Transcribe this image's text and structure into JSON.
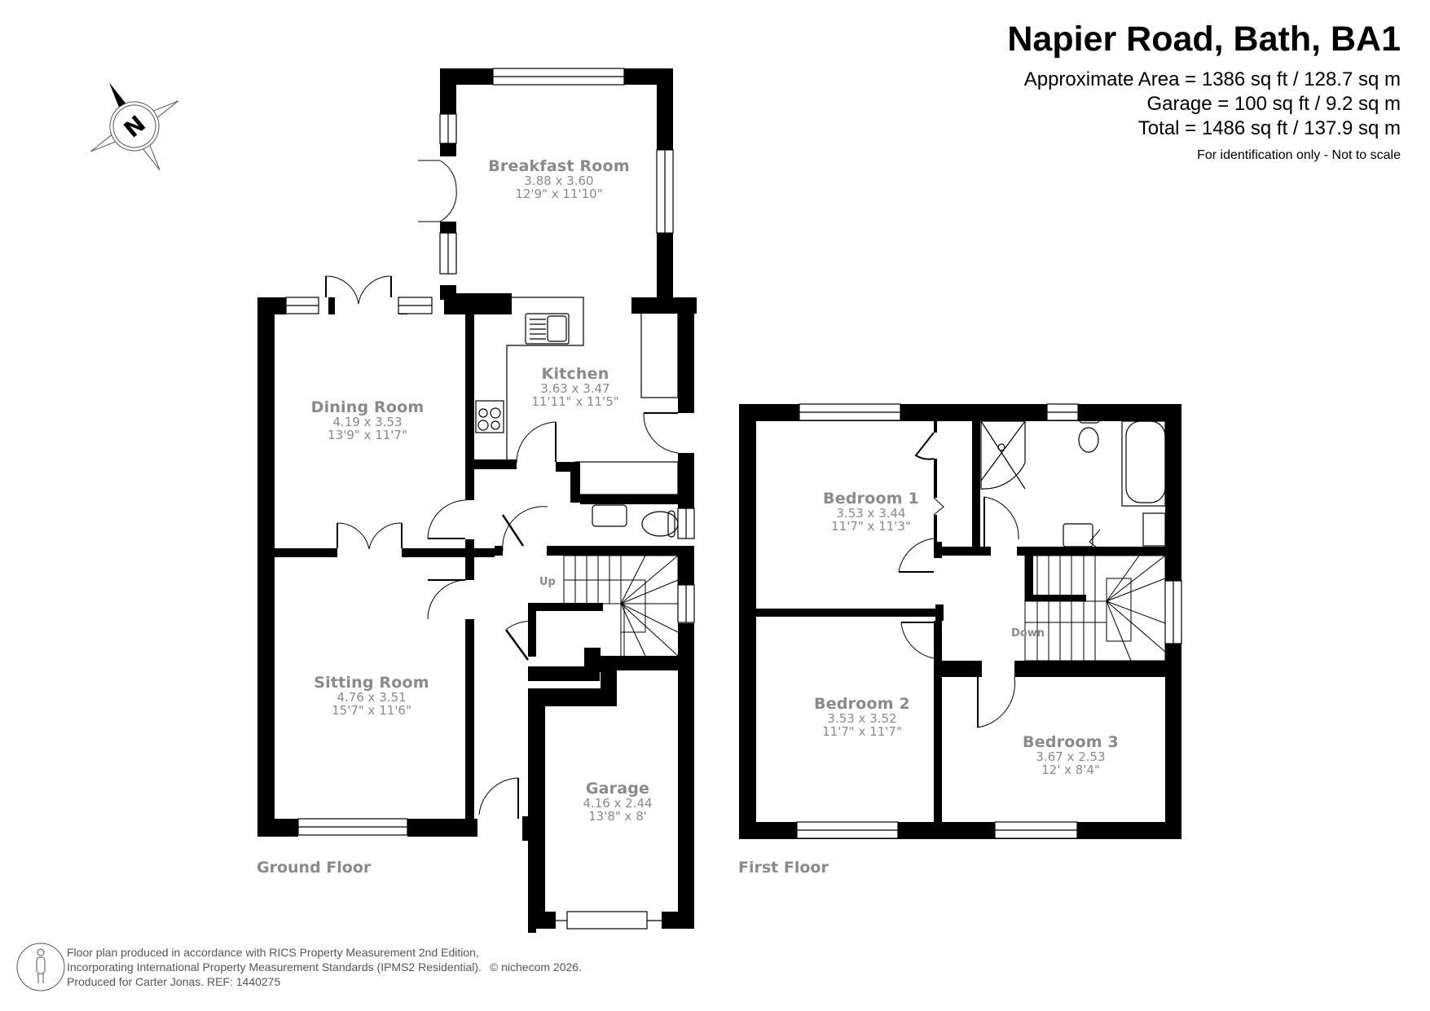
{
  "header": {
    "title": "Napier Road, Bath, BA1",
    "areas": [
      "Approximate Area = 1386 sq ft / 128.7 sq m",
      "Garage = 100 sq ft / 9.2 sq m",
      "Total = 1486 sq ft / 137.9 sq m"
    ],
    "disclaimer": "For identification only - Not to scale"
  },
  "compass": {
    "label": "N",
    "icon": "north-compass-icon"
  },
  "ground_floor": {
    "label": "Ground Floor",
    "stairs_label": "Up",
    "rooms": [
      {
        "name": "Breakfast Room",
        "metric": "3.88 x 3.60",
        "imperial": "12'9\" x 11'10\""
      },
      {
        "name": "Kitchen",
        "metric": "3.63 x 3.47",
        "imperial": "11'11\" x 11'5\""
      },
      {
        "name": "Dining Room",
        "metric": "4.19 x 3.53",
        "imperial": "13'9\" x 11'7\""
      },
      {
        "name": "Sitting Room",
        "metric": "4.76 x 3.51",
        "imperial": "15'7\" x 11'6\""
      },
      {
        "name": "Garage",
        "metric": "4.16 x 2.44",
        "imperial": "13'8\" x 8'"
      }
    ]
  },
  "first_floor": {
    "label": "First Floor",
    "stairs_label": "Down",
    "rooms": [
      {
        "name": "Bedroom 1",
        "metric": "3.53 x 3.44",
        "imperial": "11'7\" x 11'3\""
      },
      {
        "name": "Bedroom 2",
        "metric": "3.53 x 3.52",
        "imperial": "11'7\" x 11'7\""
      },
      {
        "name": "Bedroom 3",
        "metric": "3.67 x 2.53",
        "imperial": "12' x 8'4\""
      }
    ]
  },
  "footer": {
    "lines": [
      "Floor plan produced in accordance with RICS Property Measurement 2nd Edition,",
      "Incorporating International Property Measurement Standards (IPMS2 Residential).",
      "Produced for Carter Jonas.   REF: 1440275"
    ],
    "copyright": "© nichecom 2026.",
    "icon": "person-info-icon"
  },
  "colors": {
    "wall": "#000000",
    "label": "#8a8a8a",
    "background": "#ffffff"
  }
}
